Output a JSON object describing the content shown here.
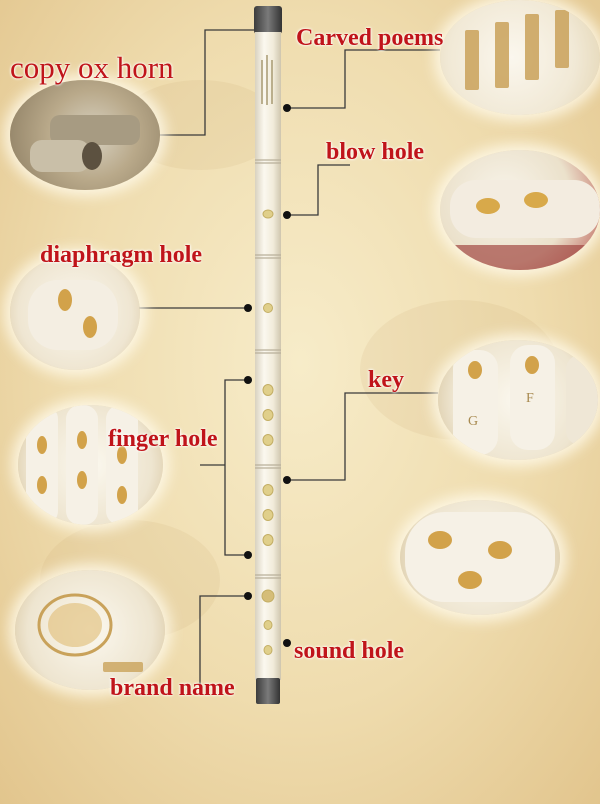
{
  "labels": {
    "copy_ox_horn": "copy ox horn",
    "carved_poems": "Carved poems",
    "blow_hole": "blow hole",
    "diaphragm_hole": "diaphragm hole",
    "key": "key",
    "finger_hole": "finger hole",
    "sound_hole": "sound hole",
    "brand_name": "brand name"
  },
  "keys": {
    "g": "G",
    "f": "F"
  },
  "colors": {
    "label": "#c0141a",
    "flute_body": "#f6f1e4",
    "ox_horn_end": "#555555"
  }
}
